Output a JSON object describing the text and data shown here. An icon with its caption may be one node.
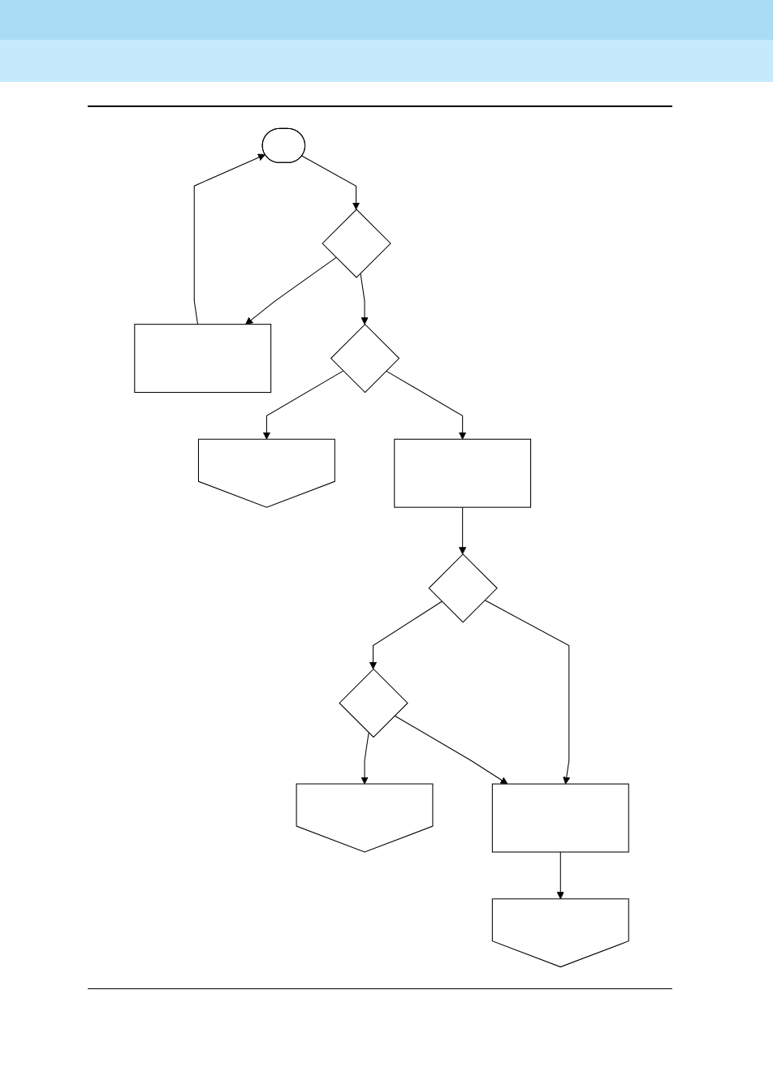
{
  "diagram": {
    "nodes": [
      {
        "text": [],
        "shape": "pill"
      },
      {
        "text": [],
        "shape": "diamond"
      },
      {
        "text": [],
        "shape": "box"
      },
      {
        "text": [],
        "shape": "diamond"
      },
      {
        "text": [],
        "shape": "pentagon"
      },
      {
        "text": [],
        "shape": "box"
      },
      {
        "text": [],
        "shape": "diamond"
      },
      {
        "text": [],
        "shape": "diamond"
      },
      {
        "text": [],
        "shape": "pentagon"
      },
      {
        "text": [],
        "shape": "box"
      },
      {
        "text": [],
        "shape": "pentagon"
      }
    ],
    "edges": [
      {
        "from": 2,
        "to": 0,
        "arrow": "to"
      },
      {
        "from": 0,
        "to": 1,
        "arrow": "to"
      },
      {
        "from": 1,
        "to": 2,
        "arrow": "to"
      },
      {
        "from": 1,
        "to": 3,
        "arrow": "to"
      },
      {
        "from": 3,
        "to": 4,
        "arrow": "to"
      },
      {
        "from": 3,
        "to": 5,
        "arrow": "to"
      },
      {
        "from": 5,
        "to": 6,
        "arrow": "to"
      },
      {
        "from": 6,
        "to": 7,
        "arrow": "to"
      },
      {
        "from": 6,
        "to": 9,
        "arrow": "to"
      },
      {
        "from": 7,
        "to": 8,
        "arrow": "to"
      },
      {
        "from": 7,
        "to": 9,
        "arrow": "to"
      },
      {
        "from": 9,
        "to": 10,
        "arrow": "to"
      }
    ]
  }
}
